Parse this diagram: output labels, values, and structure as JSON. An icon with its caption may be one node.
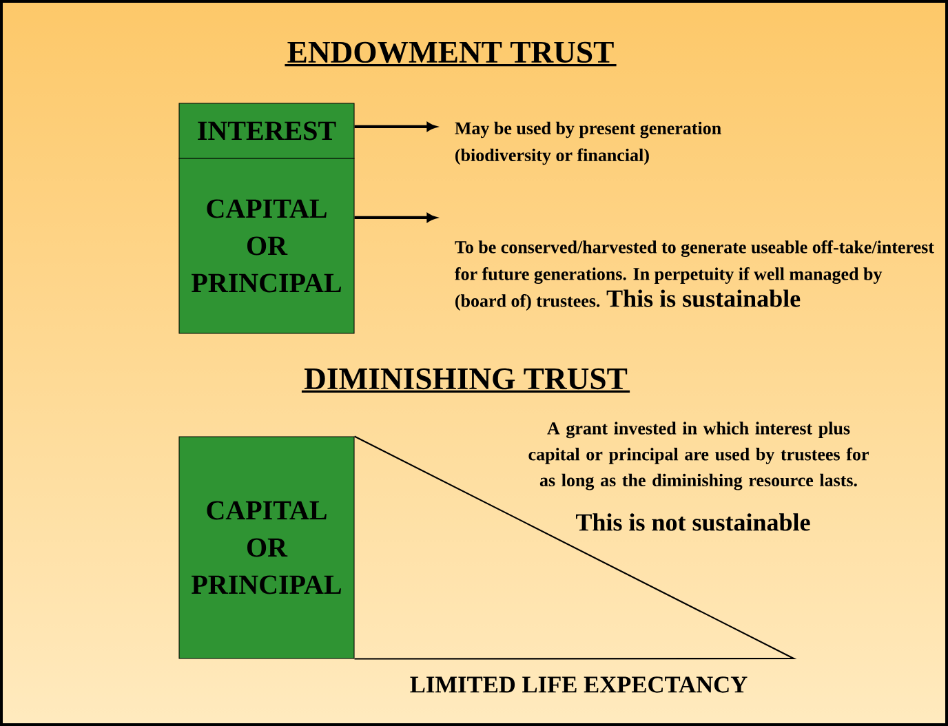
{
  "diagram": {
    "title": "ENDOWMENT TRUST",
    "nodes": [
      {
        "text": [
          "INTEREST"
        ]
      },
      {
        "text": [
          "CAPITAL OR PRINCIPAL"
        ]
      },
      {
        "text": [
          "May be used by present generation (biodiversity or financial)"
        ]
      },
      {
        "text": [
          "To be conserved/harvested to generate useable off-take/interest for future generations. In perpetuity if well managed by (board of) trustees.",
          "This is sustainable"
        ]
      },
      {
        "text": [
          "CAPITAL OR PRINCIPAL"
        ]
      }
    ],
    "edges": [
      {
        "from": 0,
        "to": 2,
        "arrow": "to"
      },
      {
        "from": 1,
        "to": 3,
        "arrow": "to"
      }
    ],
    "labels": [
      "DIMINISHING TRUST",
      "A grant invested in which interest plus capital or principal are used by trustees for as long as the diminishing resource lasts.",
      "This is not sustainable",
      "LIMITED LIFE EXPECTANCY"
    ]
  }
}
